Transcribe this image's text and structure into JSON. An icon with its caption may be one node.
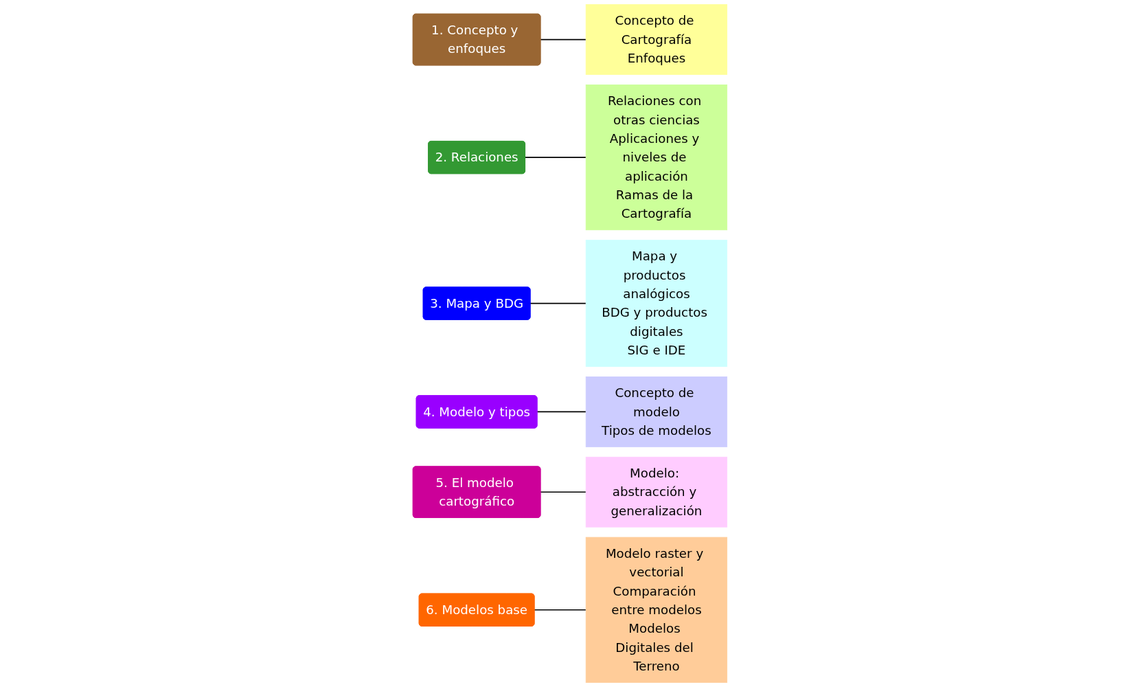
{
  "diagram": {
    "nodes": [
      {
        "text": [
          "1. Concepto y enfoques"
        ]
      },
      {
        "text": [
          "Concepto de Cartografía",
          "Enfoques"
        ]
      },
      {
        "text": [
          "2. Relaciones"
        ]
      },
      {
        "text": [
          "Relaciones con otras ciencias",
          "Aplicaciones y niveles de aplicación",
          "Ramas de la Cartografía"
        ]
      },
      {
        "text": [
          "3. Mapa y BDG"
        ]
      },
      {
        "text": [
          "Mapa y productos analógicos",
          "BDG y productos digitales",
          "SIG e IDE"
        ]
      },
      {
        "text": [
          "4. Modelo y tipos"
        ]
      },
      {
        "text": [
          "Concepto de modelo",
          "Tipos de modelos"
        ]
      },
      {
        "text": [
          "5. El modelo cartográfico"
        ]
      },
      {
        "text": [
          "Modelo: abstracción y generalización"
        ]
      },
      {
        "text": [
          "6. Modelos base"
        ]
      },
      {
        "text": [
          "Modelo raster y vectorial",
          "Comparación entre modelos",
          "Modelos Digitales del Terreno"
        ]
      }
    ],
    "edges": [
      {
        "from": 0,
        "to": 1,
        "arrow": "none"
      },
      {
        "from": 2,
        "to": 3,
        "arrow": "none"
      },
      {
        "from": 4,
        "to": 5,
        "arrow": "none"
      },
      {
        "from": 6,
        "to": 7,
        "arrow": "none"
      },
      {
        "from": 8,
        "to": 9,
        "arrow": "none"
      },
      {
        "from": 10,
        "to": 11,
        "arrow": "none"
      }
    ]
  }
}
